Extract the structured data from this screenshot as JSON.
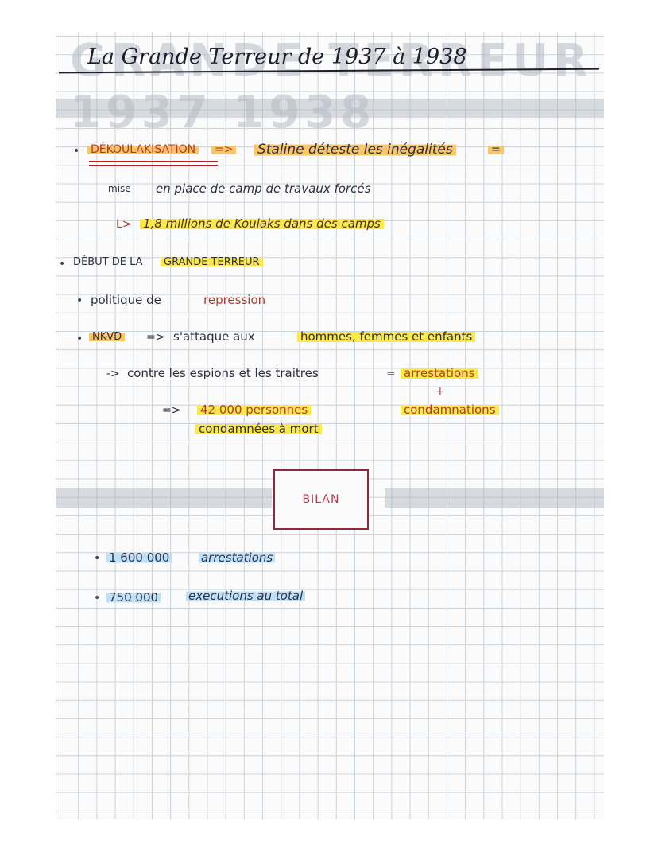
{
  "title": {
    "ghost": "GRANDE TERREUR 1937 1938",
    "main": "La Grande Terreur de 1937 à 1938"
  },
  "dekoulak": {
    "bullet": "•",
    "label": "DÉKOULAKISATION",
    "arrow": "=>",
    "text": "Staline déteste les inégalités",
    "eq": "=",
    "line2_a": "mise",
    "line2_b": "en place de camp de travaux forcés",
    "sub_arrow": "L>",
    "sub_text": "1,8 millions de Koulaks dans des camps"
  },
  "debut": {
    "bullet": "•",
    "label_a": "DÉBUT DE LA",
    "label_b": "GRANDE TERREUR",
    "p1_bullet": "•",
    "p1_a": "politique de",
    "p1_b": "repression",
    "p2_bullet": "•",
    "p2_label": "NKVD",
    "p2_arrow": "=>",
    "p2_text_a": "s'attaque aux",
    "p2_text_b": "hommes, femmes et enfants",
    "p3_arrow": "->",
    "p3_text": "contre les espions et les traitres",
    "p3_eq": "=",
    "p3_right_a": "arrestations",
    "p3_plus": "+",
    "p3_right_b": "condamnations",
    "p4_arrow": "=>",
    "p4_line1": "42 000 personnes",
    "p4_line2": "condamnées à mort"
  },
  "bilan": {
    "label": "BILAN",
    "b1_bullet": "•",
    "b1_num": "1 600 000",
    "b1_text": "arrestations",
    "b2_bullet": "•",
    "b2_num": "750 000",
    "b2_text": "executions au total"
  },
  "colors": {
    "highlight_yellow": "#fbe94b",
    "highlight_orange": "#f9c76a",
    "highlight_blue": "#bfe1f7",
    "ink_red": "#b23a2b",
    "box_border": "#8e2a3e"
  }
}
